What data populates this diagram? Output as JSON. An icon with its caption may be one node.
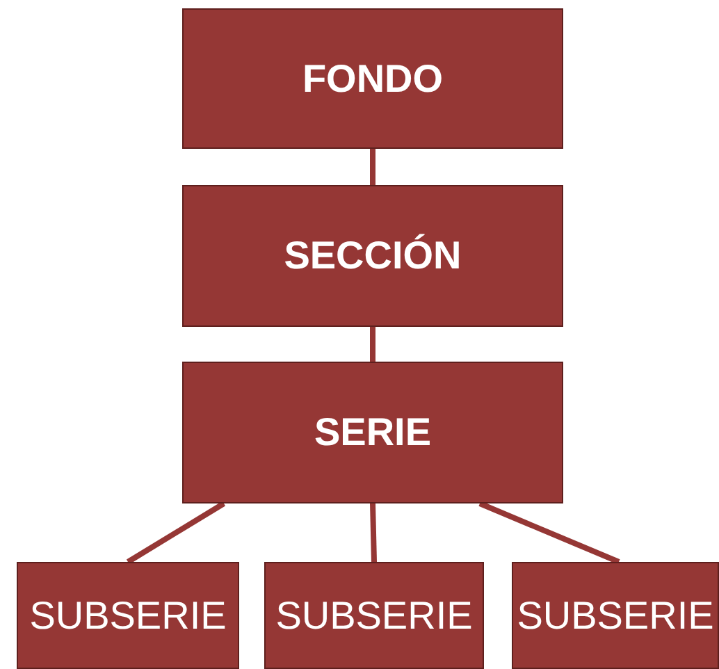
{
  "diagram": {
    "nodes": [
      {
        "text": [
          "FONDO"
        ]
      },
      {
        "text": [
          "SECCIÓN"
        ]
      },
      {
        "text": [
          "SERIE"
        ]
      },
      {
        "text": [
          "SUBSERIE"
        ]
      },
      {
        "text": [
          "SUBSERIE"
        ]
      },
      {
        "text": [
          "SUBSERIE"
        ]
      }
    ],
    "edges": [
      {
        "from": 0,
        "to": 1,
        "arrow": "none"
      },
      {
        "from": 1,
        "to": 2,
        "arrow": "none"
      },
      {
        "from": 2,
        "to": 3,
        "arrow": "none"
      },
      {
        "from": 2,
        "to": 4,
        "arrow": "none"
      },
      {
        "from": 2,
        "to": 5,
        "arrow": "none"
      }
    ]
  }
}
